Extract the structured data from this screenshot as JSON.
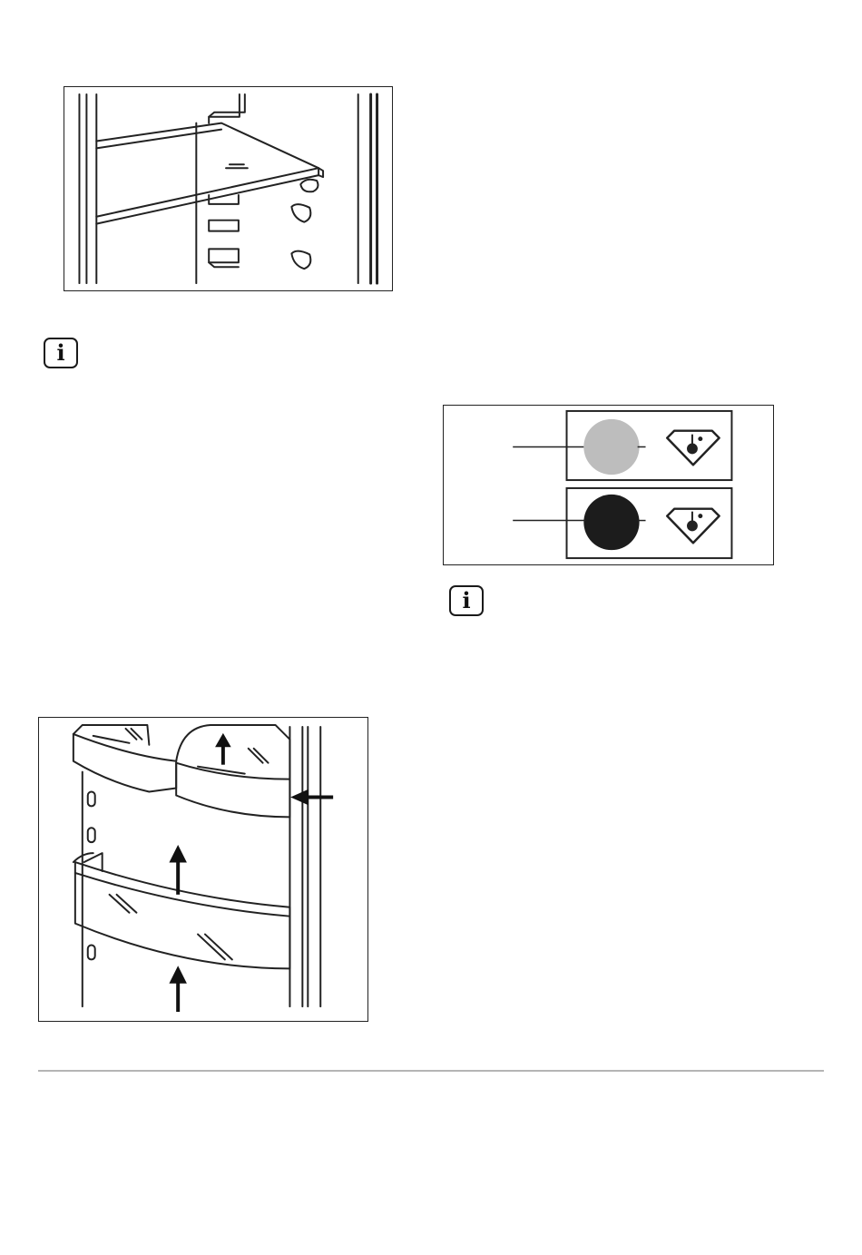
{
  "page": {
    "info_symbol": "i",
    "figures": {
      "shelf": {
        "icon": "adjustable-shelf-illustration"
      },
      "indicator": {
        "icon": "temperature-indicator-panel",
        "colors": {
          "ok_state": "#bdbdbd",
          "warning_state": "#1c1c1c"
        },
        "symbol_icon": "thermometer-drop-icon"
      },
      "door_shelves": {
        "icon": "door-balcony-removal-illustration"
      }
    },
    "notes": [
      {
        "icon": "info-icon"
      },
      {
        "icon": "info-icon"
      }
    ]
  }
}
